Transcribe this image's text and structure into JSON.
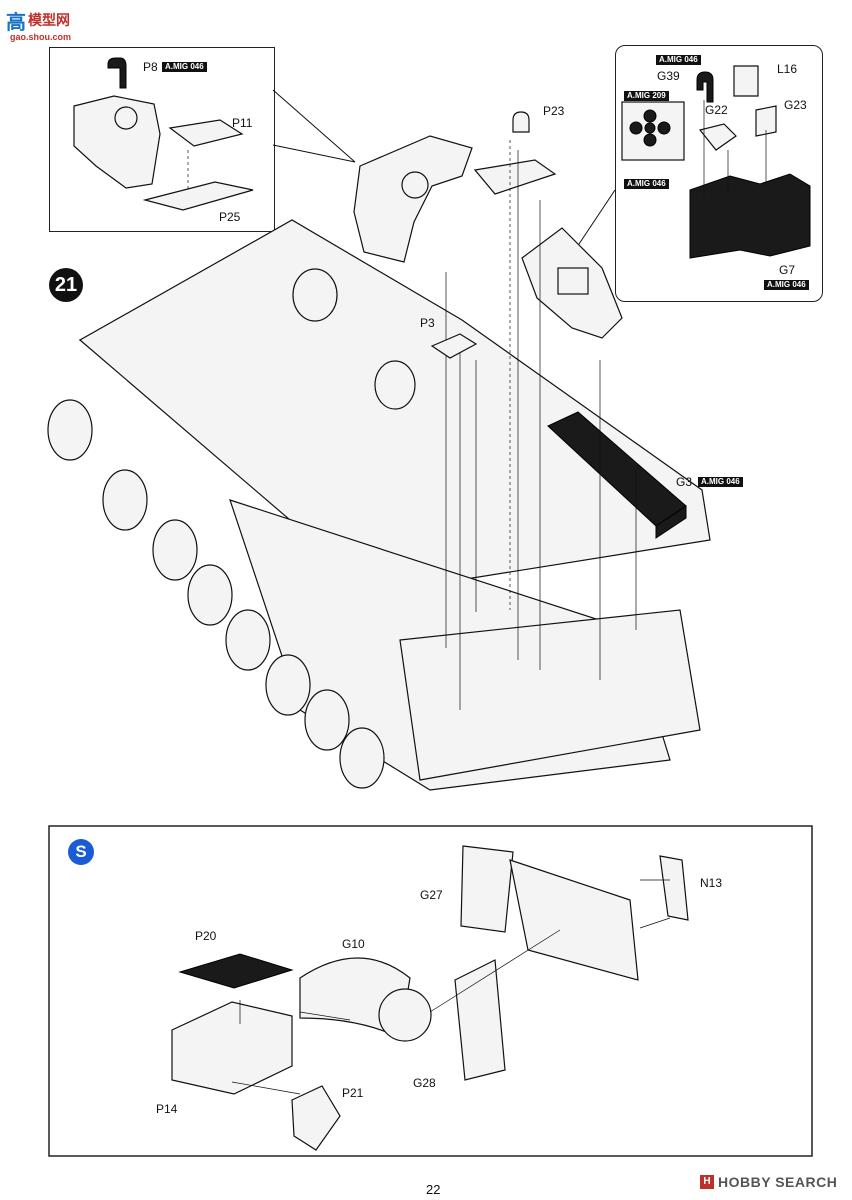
{
  "watermark": {
    "top_logo": "高",
    "top_text": "模型网",
    "top_url": "gao.shou.com"
  },
  "step": {
    "number": "21",
    "labels": {
      "P8": "P8",
      "P11": "P11",
      "P25": "P25",
      "P23": "P23",
      "P3": "P3",
      "G3": "G3",
      "G39": "G39",
      "L16": "L16",
      "G22": "G22",
      "G23": "G23",
      "G7": "G7"
    },
    "paint_tags": {
      "p8": "A.MIG 046",
      "g39": "A.MIG 046",
      "mig209": "A.MIG 209",
      "mig046_sq": "A.MIG 046",
      "g7": "A.MIG 046",
      "g3": "A.MIG 046"
    }
  },
  "substep": {
    "badge": "S",
    "labels": {
      "P20": "P20",
      "G10": "G10",
      "G27": "G27",
      "N13": "N13",
      "P14": "P14",
      "P21": "P21",
      "G28": "G28"
    }
  },
  "footer": {
    "page_number": "22",
    "brand": "HOBBY SEARCH"
  },
  "colors": {
    "badge_blue": "#1a5bd6",
    "paint_tag_bg": "#111111",
    "part_dark": "#1a1a1a"
  }
}
